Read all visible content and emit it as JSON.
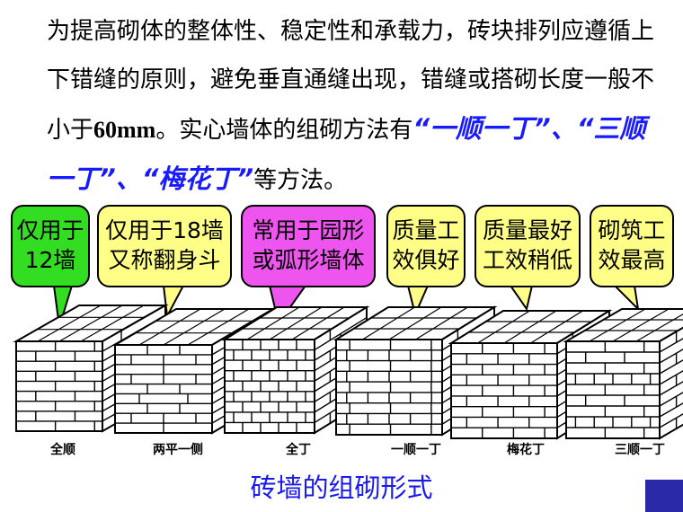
{
  "paragraph": {
    "p1": "为提高砌体的整体性、稳定性和承载力，砖块排列应遵循上下错缝的原则，避免垂直通缝出现，错缝或搭砌长度一般不小于",
    "p2": "60mm",
    "p3": "。实心墙体的组砌方法有",
    "hl1": "“一顺一丁”",
    "sep1": "、",
    "hl2": "“三顺一丁”",
    "sep2": "、",
    "hl3": "“梅花丁”",
    "p4": "等方法。"
  },
  "callouts": [
    {
      "line1": "仅用于",
      "line2": "12墙",
      "color": "#33dd22"
    },
    {
      "line1": "仅用于18墙",
      "line2": "又称翻身斗",
      "color": "#ffff88"
    },
    {
      "line1": "常用于园形",
      "line2": "或弧形墙体",
      "color": "#ee55ee"
    },
    {
      "line1": "质量工",
      "line2": "效俱好",
      "color": "#ffff88"
    },
    {
      "line1": "质量最好",
      "line2": "工效稍低",
      "color": "#ffff88"
    },
    {
      "line1": "砌筑工",
      "line2": "效最高",
      "color": "#ffff88"
    }
  ],
  "walls": [
    {
      "label": "全顺"
    },
    {
      "label": "两平一侧"
    },
    {
      "label": "全丁"
    },
    {
      "label": "一顺一丁"
    },
    {
      "label": "梅花丁"
    },
    {
      "label": "三顺一丁"
    }
  ],
  "caption": "砖墙的组砌形式",
  "colors": {
    "highlight": "#1a1aff",
    "caption": "#1a1aee",
    "corner": "#2a2aa8"
  }
}
